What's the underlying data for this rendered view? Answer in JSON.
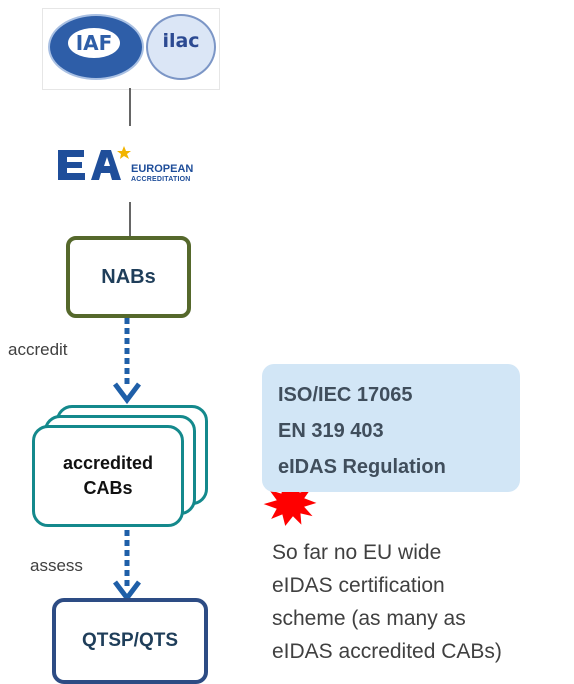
{
  "logos": {
    "iaf": "IAF",
    "ilac": "ilac",
    "ea_line1": "EUROPEAN",
    "ea_line2": "ACCREDITATION"
  },
  "nodes": {
    "nabs": "NABs",
    "cabs_line1": "accredited",
    "cabs_line2": "CABs",
    "qtsp": "QTSP/QTS"
  },
  "edges": {
    "accredit": "accredit",
    "assess": "assess"
  },
  "standards": {
    "line1": "ISO/IEC 17065",
    "line2": "EN 319 403",
    "line3": "eIDAS Regulation"
  },
  "note": {
    "line1": "So far no EU wide",
    "line2": "eIDAS certification",
    "line3": "scheme (as many as",
    "line4": "eIDAS accredited CABs)"
  },
  "colors": {
    "nabs_border": "#55682b",
    "cabs_border": "#14898c",
    "qtsp_border": "#2d4c84",
    "arrow": "#1f5fa8",
    "standards_bg": "#d2e6f6",
    "burst": "#ff0000"
  }
}
